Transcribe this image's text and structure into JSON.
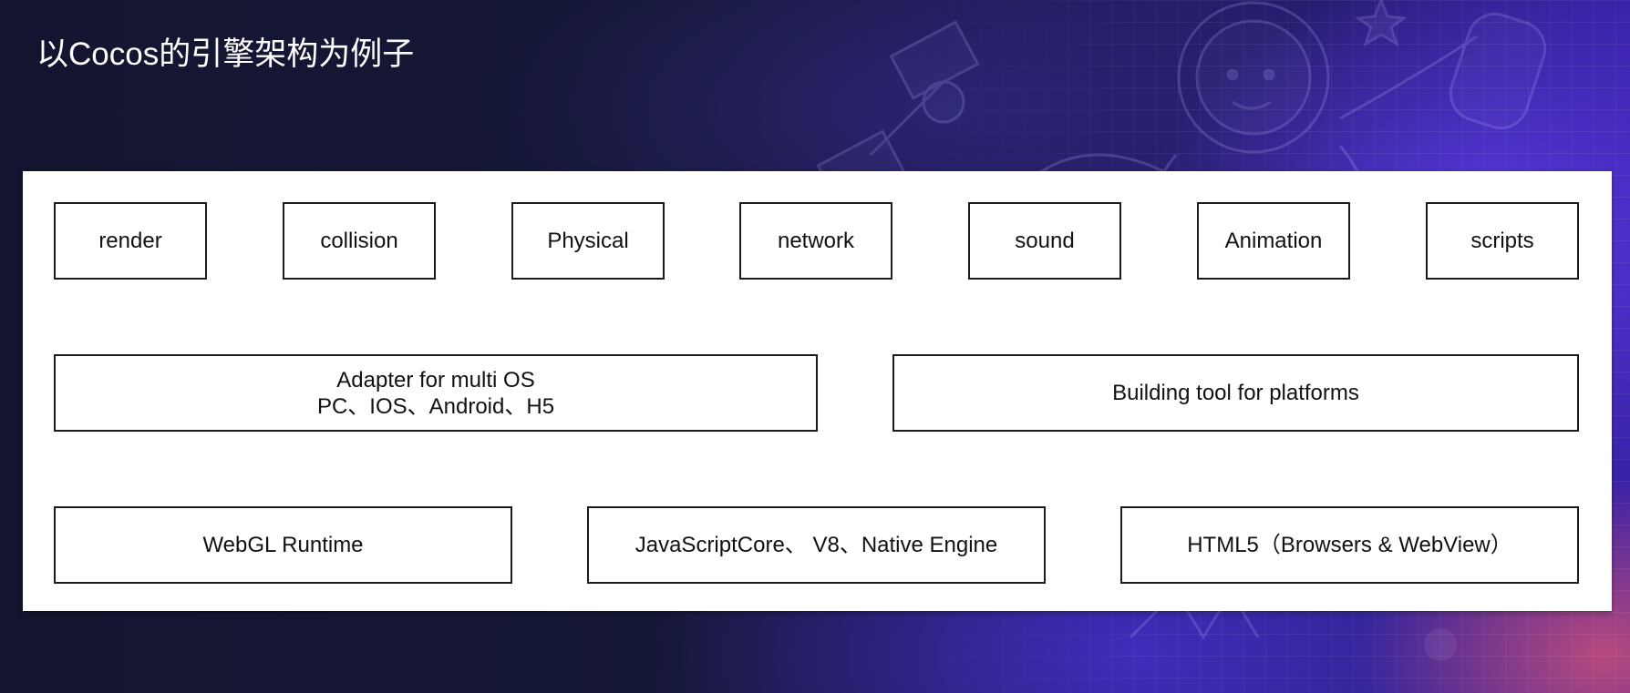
{
  "slide": {
    "title": "以Cocos的引擎架构为例子"
  },
  "diagram": {
    "modules": [
      {
        "label": "render"
      },
      {
        "label": "collision"
      },
      {
        "label": "Physical"
      },
      {
        "label": "network"
      },
      {
        "label": "sound"
      },
      {
        "label": "Animation"
      },
      {
        "label": "scripts"
      }
    ],
    "middle": {
      "adapter": {
        "line1": "Adapter for multi OS",
        "line2": "PC、IOS、Android、H5"
      },
      "build_tool": {
        "label": "Building tool for platforms"
      }
    },
    "runtimes": [
      {
        "label": "WebGL Runtime"
      },
      {
        "label": "JavaScriptCore、 V8、Native Engine"
      },
      {
        "label": "HTML5（Browsers & WebView）"
      }
    ]
  },
  "colors": {
    "background": "#141634",
    "accent_purple": "#3a22a8",
    "accent_pink": "#c64e78",
    "diagram_bg": "#ffffff",
    "box_border": "#1a1a1a",
    "title_text": "#ffffff"
  }
}
